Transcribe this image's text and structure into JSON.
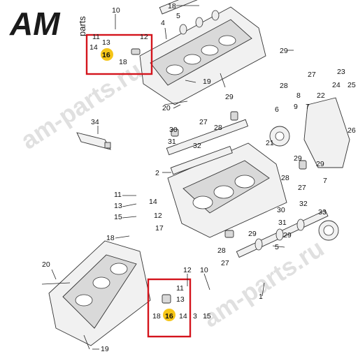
{
  "logo": {
    "letters": "AM",
    "side_text": "parts"
  },
  "watermark": {
    "text_a": "am-parts.ru",
    "text_b": "am-parts.ru"
  },
  "colors": {
    "highlight_box": "#d4141c",
    "highlight_dot": "#f5c518"
  },
  "callouts": {
    "top_group": [
      "10",
      "18",
      "5",
      "4",
      "12",
      "13",
      "11",
      "14",
      "16",
      "18",
      "19",
      "29",
      "27",
      "23",
      "24",
      "25",
      "28",
      "20",
      "9",
      "6",
      "7",
      "8",
      "22",
      "26",
      "29",
      "27",
      "28",
      "30",
      "31",
      "32",
      "2",
      "21",
      "33",
      "3"
    ],
    "n": {
      "c1": "1",
      "c2": "2",
      "c3": "3",
      "c4": "4",
      "c5": "5",
      "c6": "6",
      "c7": "7",
      "c8": "8",
      "c9": "9",
      "c10": "10",
      "c11": "11",
      "c12": "12",
      "c13": "13",
      "c14": "14",
      "c15": "15",
      "c16": "16",
      "c17": "17",
      "c18": "18",
      "c19": "19",
      "c20": "20",
      "c21": "21",
      "c22": "22",
      "c23": "23",
      "c24": "24",
      "c25": "25",
      "c26": "26",
      "c27": "27",
      "c28": "28",
      "c29": "29",
      "c30": "30",
      "c31": "31",
      "c32": "32",
      "c33": "33",
      "c34": "34"
    }
  }
}
